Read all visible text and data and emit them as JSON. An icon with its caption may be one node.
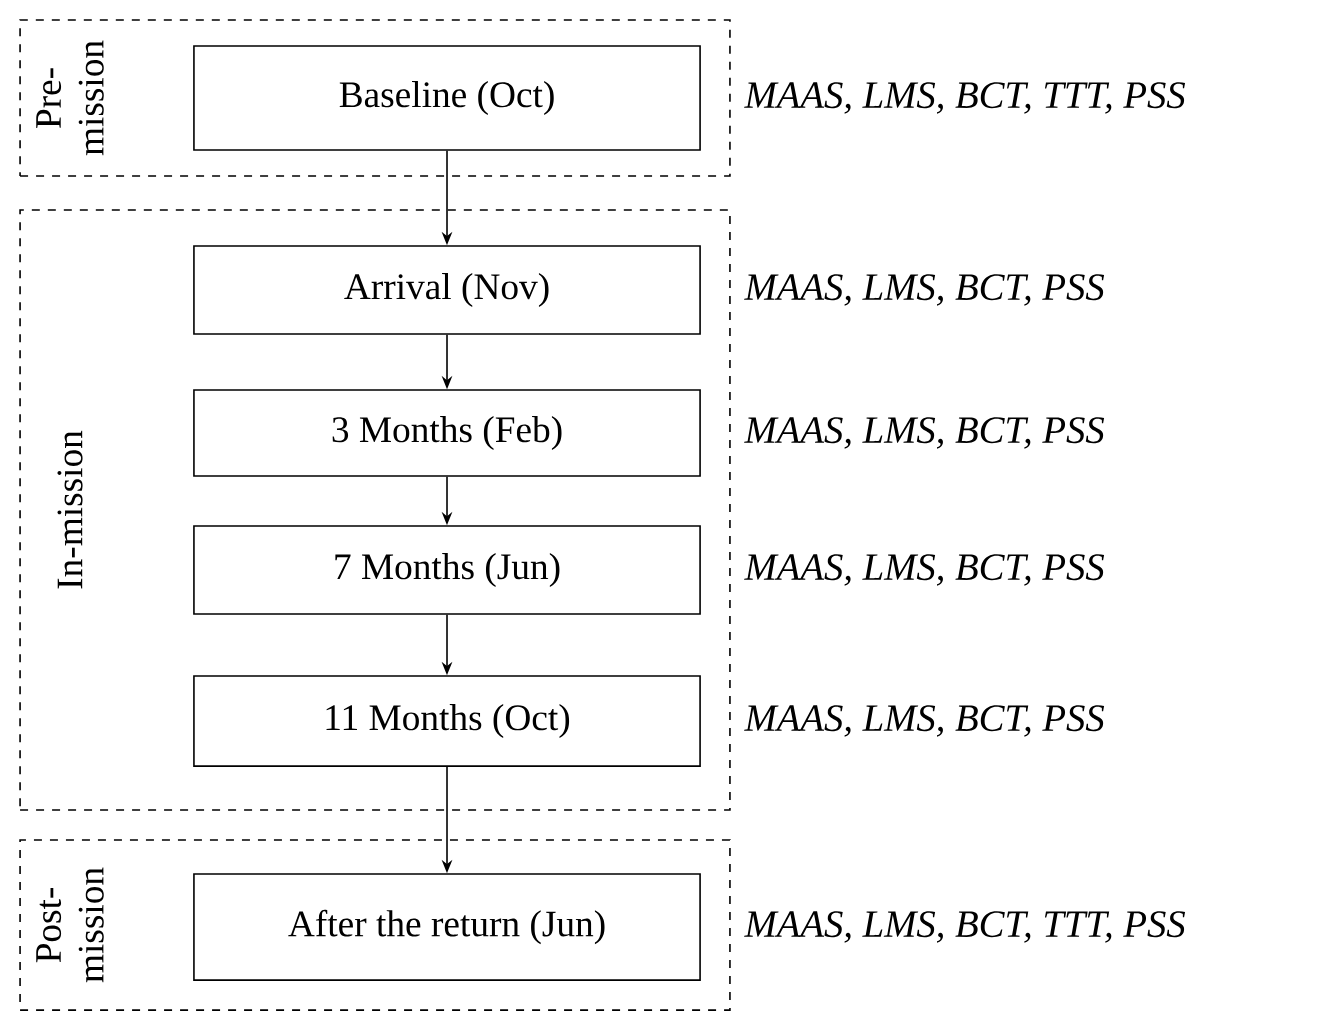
{
  "diagram": {
    "nodes": [
      {
        "text": [
          "Pre-mission"
        ]
      },
      {
        "text": [
          "Baseline (Oct)"
        ],
        "in": 0,
        "beside": [
          "MAAS, LMS, BCT, TTT, PSS"
        ]
      },
      {
        "text": [
          "In-mission"
        ]
      },
      {
        "text": [
          "Arrival (Nov)"
        ],
        "in": 2,
        "beside": [
          "MAAS, LMS, BCT, PSS"
        ]
      },
      {
        "text": [
          "3 Months (Feb)"
        ],
        "in": 2,
        "beside": [
          "MAAS, LMS, BCT, PSS"
        ]
      },
      {
        "text": [
          "7 Months (Jun)"
        ],
        "in": 2,
        "beside": [
          "MAAS, LMS, BCT, PSS"
        ]
      },
      {
        "text": [
          "11 Months (Oct)"
        ],
        "in": 2,
        "beside": [
          "MAAS, LMS, BCT, PSS"
        ]
      },
      {
        "text": [
          "Post-mission"
        ]
      },
      {
        "text": [
          "After the return (Jun)"
        ],
        "in": 7,
        "beside": [
          "MAAS, LMS, BCT, TTT, PSS"
        ]
      }
    ],
    "edges": [
      {
        "from": 1,
        "to": 3,
        "arrow": "to"
      },
      {
        "from": 3,
        "to": 4,
        "arrow": "to"
      },
      {
        "from": 4,
        "to": 5,
        "arrow": "to"
      },
      {
        "from": 5,
        "to": 6,
        "arrow": "to"
      },
      {
        "from": 6,
        "to": 8,
        "arrow": "to"
      }
    ]
  }
}
